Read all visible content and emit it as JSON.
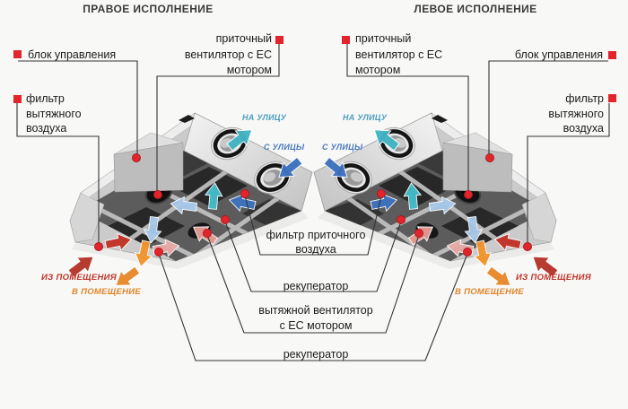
{
  "titles": {
    "title_left": "ПРАВОЕ ИСПОЛНЕНИЕ",
    "title_right": "ЛЕВОЕ ИСПОЛНЕНИЕ"
  },
  "component_labels": {
    "control_unit": "блок управления",
    "supply_fan": {
      "lines": [
        "приточный",
        "вентилятор с ЕС",
        "мотором"
      ]
    },
    "exhaust_air_filter": {
      "lines": [
        "фильтр",
        "вытяжного",
        "воздуха"
      ]
    },
    "supply_air_filter": {
      "lines": [
        "фильтр приточного",
        "воздуха"
      ]
    },
    "recuperator_top": "рекуператор",
    "exhaust_fan": {
      "lines": [
        "вытяжной вентилятор",
        "с ЕС мотором"
      ]
    },
    "recuperator_bottom": "рекуператор"
  },
  "airflow_labels": {
    "to_street": "НА УЛИЦУ",
    "from_street": "С УЛИЦЫ",
    "from_room": "ИЗ ПОМЕЩЕНИЯ",
    "to_room": "В ПОМЕЩЕНИЕ"
  },
  "colors": {
    "marker_red": "#e3252b",
    "connector_line": "#333333",
    "to_street_arrow": "#42b4c4",
    "from_street_arrow": "#3e72c0",
    "from_room_arrow": "#b5352b",
    "to_room_arrow": "#e8882b",
    "unit_body_gray": "#cbcbcb"
  }
}
